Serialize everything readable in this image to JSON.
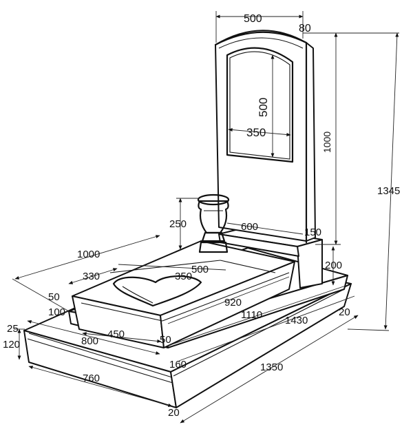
{
  "drawing": {
    "subject": "gravestone-monument",
    "colors": {
      "line": "#111111",
      "face": "#ffffff",
      "background": "#ffffff"
    },
    "dimensions": {
      "stele_top_width": "500",
      "stele_thickness": "80",
      "window_height": "500",
      "window_width": "350",
      "stele_height": "1000",
      "total_height": "1345",
      "vase_height": "250",
      "stand_length": "600",
      "stand_width": "150",
      "stand_height": "200",
      "top_slab_width": "500",
      "heart_width": "350",
      "heart_offset": "330",
      "base_depth": "1000",
      "slab_height": "50",
      "slab_step": "100",
      "flower_bed_length": "920",
      "flower_bed_side": "450",
      "slab_gap": "50",
      "mid_base_length": "1110",
      "base_length": "1430",
      "right_step": "20",
      "plinth_height": "25",
      "plinth_thickness": "120",
      "plinth_width": "800",
      "plinth_edge": "160",
      "plinth_length": "1350",
      "front_width": "760",
      "front_edge": "20"
    }
  }
}
